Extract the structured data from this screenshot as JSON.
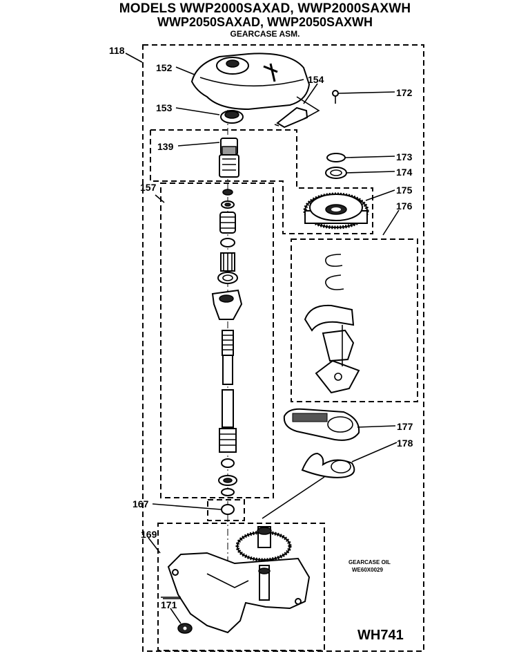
{
  "header": {
    "models_line1": "MODELS WWP2000SAXAD, WWP2000SAXWH",
    "models_line2": "WWP2050SAXAD, WWP2050SAXWH",
    "assembly": "GEARCASE ASM."
  },
  "callouts": {
    "c118": "118",
    "c152": "152",
    "c153": "153",
    "c154": "154",
    "c172": "172",
    "c139": "139",
    "c173": "173",
    "c174": "174",
    "c175": "175",
    "c176": "176",
    "c157": "157",
    "c177": "177",
    "c178": "178",
    "c167": "167",
    "c169": "169",
    "c171": "171"
  },
  "note": {
    "line1": "GEARCASE OIL",
    "line2": "WE60X0029"
  },
  "diagram_code": "WH741"
}
